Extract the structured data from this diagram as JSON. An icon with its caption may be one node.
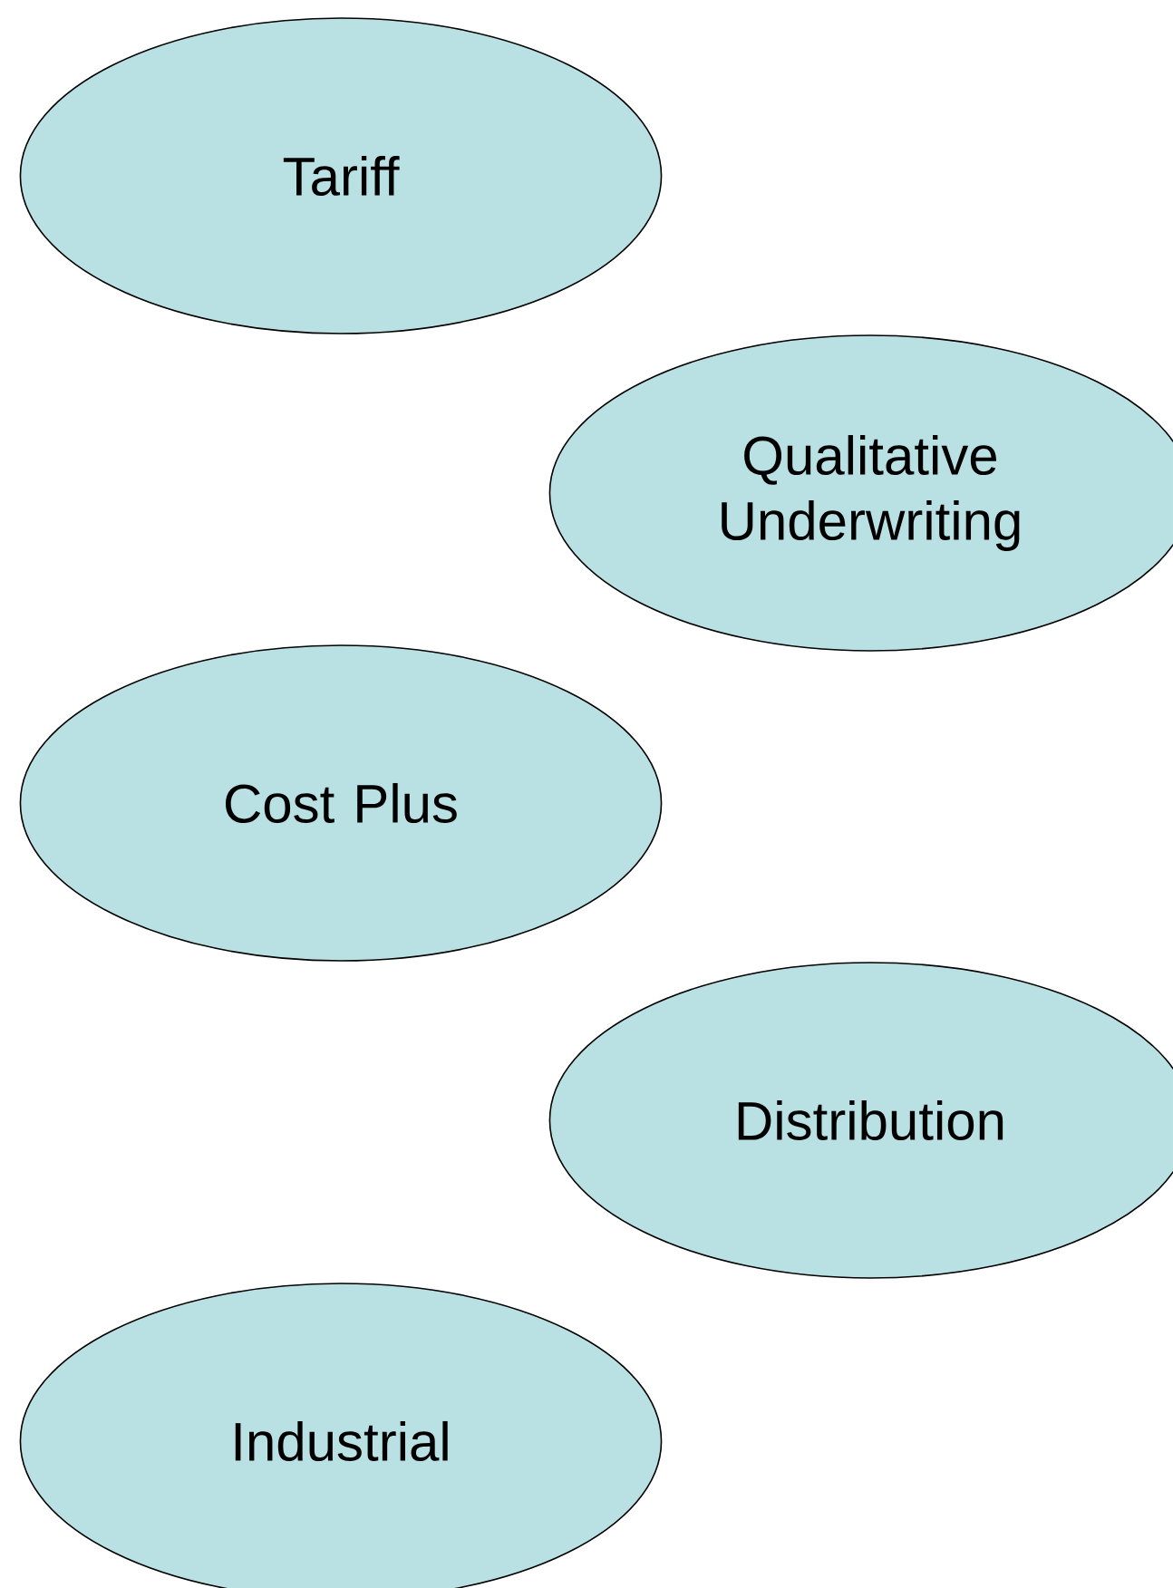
{
  "diagram": {
    "nodes": [
      {
        "text": [
          "Tariff"
        ]
      },
      {
        "text": [
          "Qualitative Underwriting"
        ]
      },
      {
        "text": [
          "Cost Plus"
        ]
      },
      {
        "text": [
          "Distribution"
        ]
      },
      {
        "text": [
          "Industrial"
        ]
      }
    ]
  }
}
